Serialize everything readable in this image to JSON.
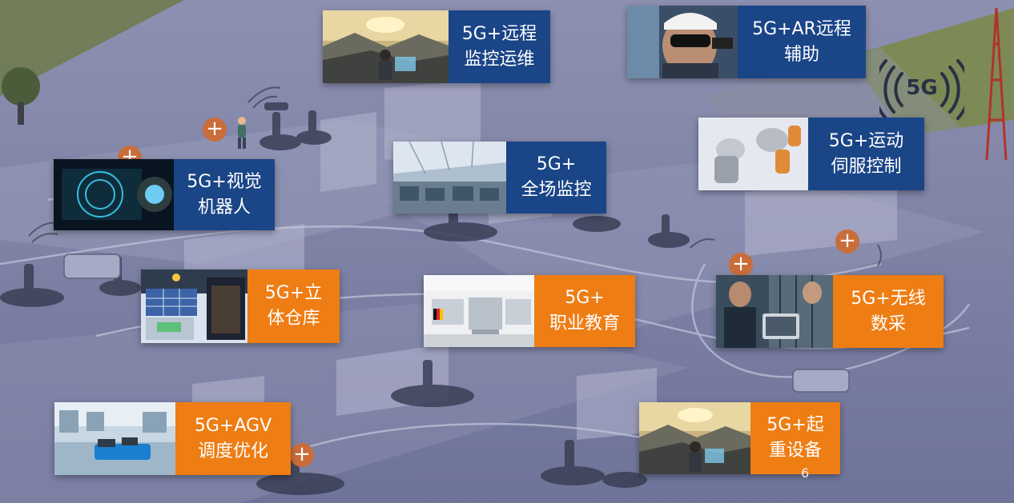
{
  "cards": {
    "remote_ops": {
      "label": "5G+远程\n监控运维"
    },
    "ar_assist": {
      "label": "5G+AR远程\n辅助"
    },
    "motion_servo": {
      "label": "5G+运动\n伺服控制"
    },
    "vision_robot": {
      "label": "5G+视觉\n机器人"
    },
    "full_monitor": {
      "label": "5G+\n全场监控"
    },
    "warehouse": {
      "label": "5G+立\n体仓库"
    },
    "vocational_edu": {
      "label": "5G+\n职业教育"
    },
    "wireless_data": {
      "label": "5G+无线\n数采"
    },
    "agv": {
      "label": "5G+AGV\n调度优化"
    },
    "lifting": {
      "label": "5G+起\n重设备"
    }
  },
  "signal_badge": {
    "text": "5G"
  },
  "page_number": "6",
  "colors": {
    "blue": "#1a4587",
    "orange": "#ee7d14",
    "plus": "#c96d3a"
  }
}
